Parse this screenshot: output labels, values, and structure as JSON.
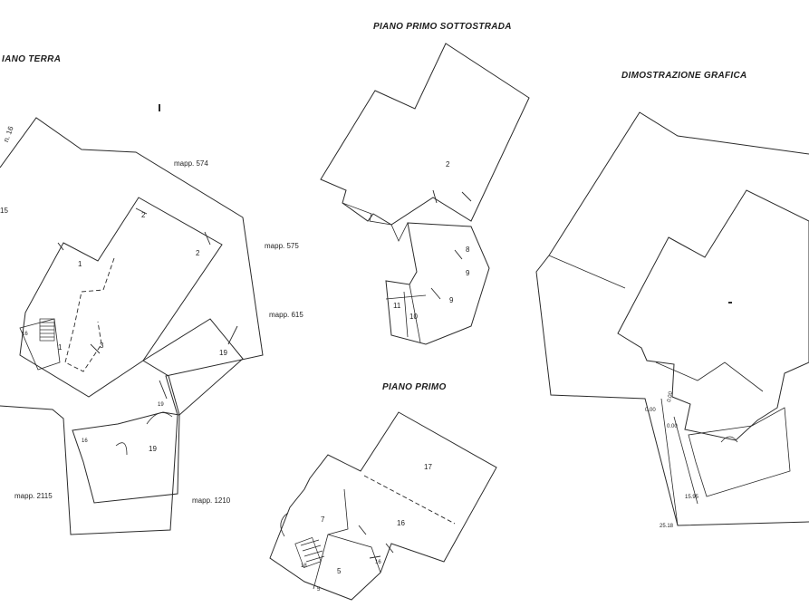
{
  "titles": {
    "ground_floor": "IANO TERRA",
    "basement": "PIANO PRIMO SOTTOSTRADA",
    "first_floor": "PIANO PRIMO",
    "graphic": "DIMOSTRAZIONE GRAFICA"
  },
  "parcels": {
    "m16": "n. 16",
    "m15": "15",
    "m574": "mapp. 574",
    "m575": "mapp. 575",
    "m615": "mapp. 615",
    "m2115": "mapp. 2115",
    "m1210": "mapp. 1210"
  },
  "ground_rooms": {
    "r2a": "2",
    "r2b": "2",
    "r1a": "1",
    "r1b": "1",
    "r3": "3",
    "r16": "16",
    "r19a": "19",
    "r19b": "19",
    "r19c": "19",
    "r16b": "16"
  },
  "basement_rooms": {
    "r2": "2",
    "r8": "8",
    "r9a": "9",
    "r9b": "9",
    "r10": "10",
    "r11": "11"
  },
  "first_rooms": {
    "r17": "17",
    "r16": "16",
    "r7": "7",
    "r5": "5",
    "r16b": "16",
    "r18": "18",
    "r5b": "5"
  },
  "graphic_dims": {
    "d1": "0.00",
    "d2": "0.00",
    "d3": "0.00",
    "d4": "15.95",
    "d5": "25.18"
  }
}
